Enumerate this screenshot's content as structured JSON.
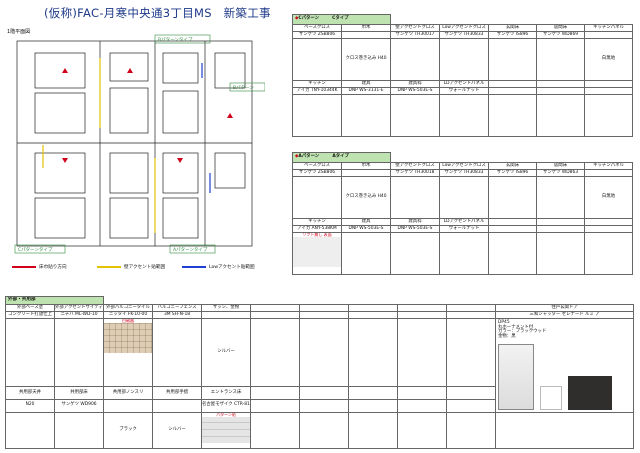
{
  "title": "(仮称)FAC-月寒中央通3丁目MS　新築工事",
  "floor_plan": {
    "label": "1階平面図",
    "room_labels": [
      "C",
      "パターン",
      "Bパターン",
      "Bパターン",
      "Aパターン",
      "Aパターン",
      "Cパターン"
    ],
    "legend": [
      {
        "label": "床巾貼り方向",
        "color": "#d0021b"
      },
      {
        "label": "壁アクセント貼範囲",
        "color": "#e3c200"
      },
      {
        "label": "Lowアクセント貼範囲",
        "color": "#1f3fd6"
      }
    ]
  },
  "pattern_c": {
    "title": "Cパターン",
    "subtitle": "Cタイプ",
    "row1_headers": [
      "ベースクロス",
      "巾木",
      "壁アクセントクロス",
      "Lowアクセントクロス",
      "玄関床",
      "居間床",
      "キッチンパネル"
    ],
    "row1_products": [
      "サンゲツ ZSB806",
      "",
      "サンゲツ TH30017",
      "サンゲツ TH30833",
      "サンゲツ IS896",
      "サンゲツ WD869",
      ""
    ],
    "row1_notes": [
      "",
      "クロス巻き込み H40",
      "",
      "",
      "",
      "",
      "白無地"
    ],
    "row2_headers": [
      "キッチン",
      "建具",
      "建具枠",
      "LDアクセントパネル"
    ],
    "row2_products": [
      "アイカ TNY-10344K",
      "DNP WS-3131-E",
      "DNP WS-503E-S",
      "ウォールナット"
    ]
  },
  "pattern_a": {
    "title": "Aパターン",
    "subtitle": "Aタイプ",
    "row1_headers": [
      "ベースクロス",
      "巾木",
      "壁アクセントクロス",
      "Lowアクセントクロス",
      "玄関床",
      "居間床",
      "キッチンパネル"
    ],
    "row1_products": [
      "サンゲツ ZSB806",
      "",
      "サンゲツ TH30018",
      "サンゲツ TH30833",
      "サンゲツ IS896",
      "サンゲツ WD863",
      ""
    ],
    "row1_notes": [
      "",
      "クロス巻き込み H40",
      "",
      "",
      "",
      "",
      "白無地"
    ],
    "row2_headers": [
      "キッチン",
      "建具",
      "建具枠",
      "LDアクセントパネル"
    ],
    "row2_products": [
      "アイカ ANY-538KM",
      "DNP WS-503E-S",
      "DNP WS-503E-S",
      "ウォールナット"
    ],
    "row2_note": "ソフト無し 表面"
  },
  "exterior": {
    "title": "外部・共用部",
    "row1_headers": [
      "外部ベース塗",
      "外部アクセントサイディング",
      "外部バルコニータイル",
      "バルコニーフェンス",
      "サッシ、金物",
      "",
      "",
      "",
      "",
      "",
      "住戸玄関ドア"
    ],
    "row1_products": [
      "コンクリート打放仕上",
      "ニチハ ML-WD-10",
      "ニッタイ FK-10-00",
      "3M SH-N-18",
      "",
      "",
      "",
      "",
      "",
      "",
      "三和シャッター セレナード ルミ ア"
    ],
    "row1_extra": [
      "",
      "",
      "白磁器",
      "",
      "シルバー"
    ],
    "row2_headers": [
      "共用部天井",
      "共用部床",
      "共用部ノンスリ",
      "共用部手摺",
      "エントランス床"
    ],
    "row2_products": [
      "N20",
      "サンゲツ WD906",
      "",
      "",
      "名古屋モザイク CTR-810F"
    ],
    "row2_values": [
      "",
      "",
      "ブラック",
      "シルバー",
      "パターン貼"
    ],
    "door": {
      "model": "DP45",
      "line1": "丸ホーナメント付",
      "line2": "カラー：プラックウッド",
      "line3": "金物：黒"
    }
  }
}
